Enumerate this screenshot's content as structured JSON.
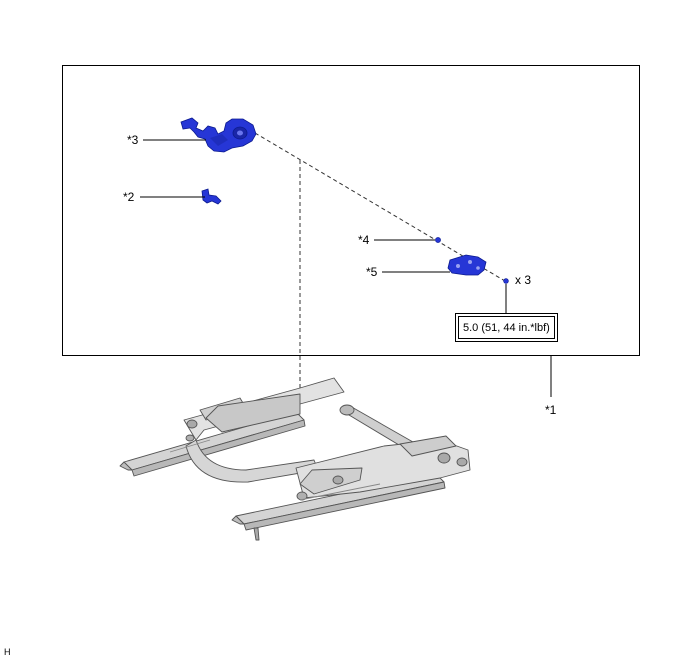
{
  "callouts": {
    "c1": "*1",
    "c2": "*2",
    "c3": "*3",
    "c4": "*4",
    "c5": "*5"
  },
  "quantity": "x 3",
  "torque": "5.0 (51, 44 in.*lbf)",
  "footer_code": "H",
  "colors": {
    "part_blue": "#2636d6",
    "frame_gray": "#c8c8c8",
    "line": "#000000"
  }
}
